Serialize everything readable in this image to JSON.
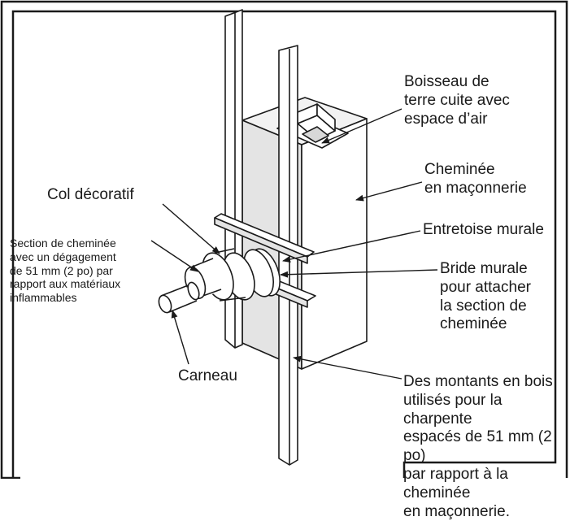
{
  "labels": {
    "boisseau": "Boisseau de\nterre cuite avec\nespace d’air",
    "cheminee": "Cheminée\nen maçonnerie",
    "col": "Col décoratif",
    "entretoise": "Entretoise murale",
    "section": "Section de cheminée\navec un dégagement\nde 51 mm (2 po) par\nrapport aux matériaux\ninflammables",
    "bride": "Bride murale\npour attacher\nla section de\ncheminée",
    "carneau": "Carneau",
    "montants": "Des montants en bois\nutilisés pour la charpente\nespacés de 51 mm (2 po)\npar rapport à la cheminée\nen maçonnerie."
  }
}
